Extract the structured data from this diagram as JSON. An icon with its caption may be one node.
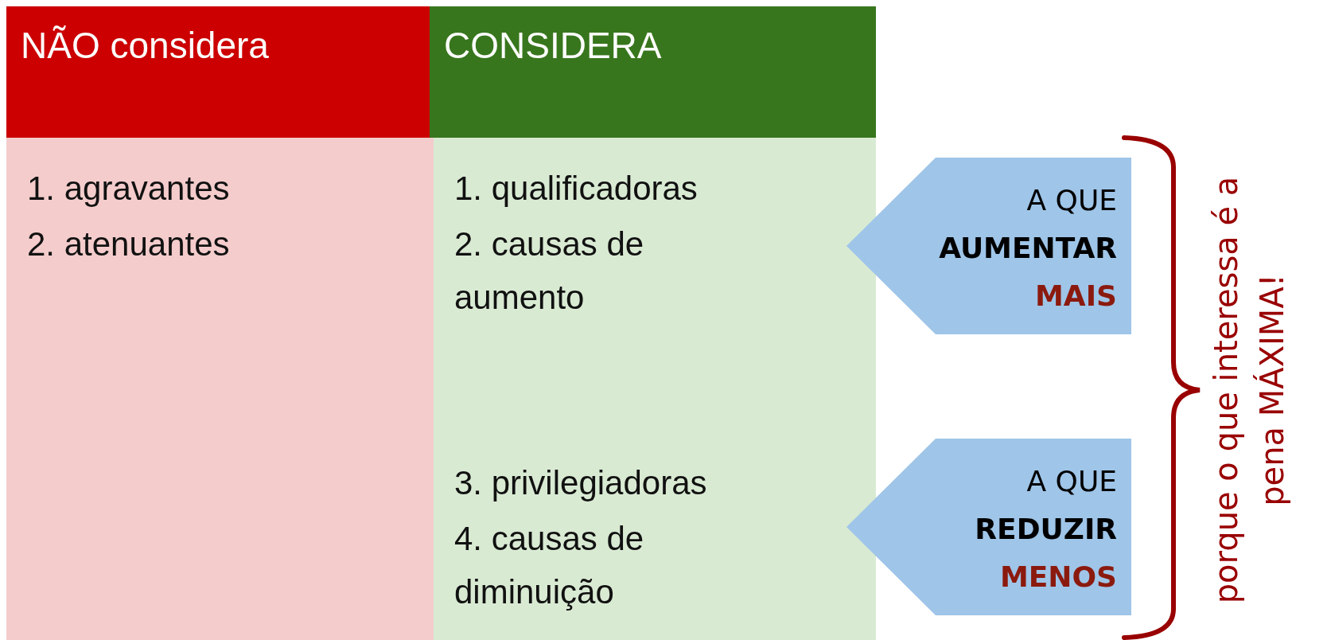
{
  "diagram": {
    "nodes": [
      {
        "text": [
          "NÃO considera"
        ]
      },
      {
        "text": [
          "CONSIDERA"
        ]
      },
      {
        "text": [
          "1. agravantes",
          "2. atenuantes"
        ]
      },
      {
        "text": [
          "1. qualificadoras",
          "2. causas de aumento",
          "3. privilegiadoras",
          "4. causas de diminuição"
        ]
      },
      {
        "text": [
          "A QUE",
          "AUMENTAR",
          "MAIS"
        ]
      },
      {
        "text": [
          "A QUE",
          "REDUZIR",
          "MENOS"
        ]
      }
    ],
    "labels": [
      "porque o que interessa é a pena MÁXIMA!"
    ]
  }
}
